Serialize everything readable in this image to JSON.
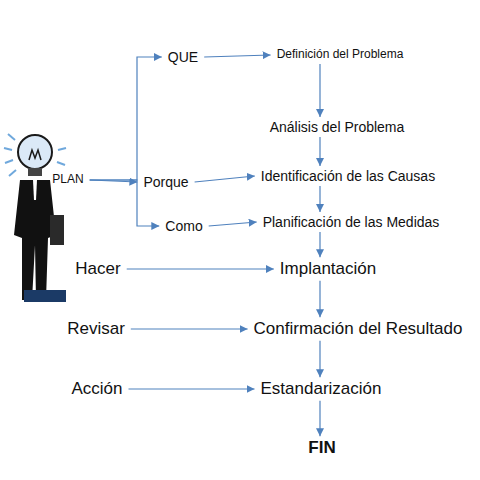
{
  "diagram": {
    "nodes": [
      {
        "text": [
          "QUE"
        ]
      },
      {
        "text": [
          "Definición del Problema"
        ]
      },
      {
        "text": [
          "Análisis del Problema"
        ]
      },
      {
        "text": [
          "PLAN"
        ]
      },
      {
        "text": [
          "Porque"
        ]
      },
      {
        "text": [
          "Identificación de las Causas"
        ]
      },
      {
        "text": [
          "Como"
        ]
      },
      {
        "text": [
          "Planificación de las Medidas"
        ]
      },
      {
        "text": [
          "Hacer"
        ]
      },
      {
        "text": [
          "Implantación"
        ]
      },
      {
        "text": [
          "Revisar"
        ]
      },
      {
        "text": [
          "Confirmación del Resultado"
        ]
      },
      {
        "text": [
          "Acción"
        ]
      },
      {
        "text": [
          "Estandarización"
        ]
      },
      {
        "text": [
          "FIN"
        ]
      }
    ],
    "edges": [
      {
        "from": 3,
        "to": 0,
        "arrow": "to"
      },
      {
        "from": 3,
        "to": 4,
        "arrow": "to"
      },
      {
        "from": 3,
        "to": 6,
        "arrow": "to"
      },
      {
        "from": 0,
        "to": 1,
        "arrow": "to"
      },
      {
        "from": 1,
        "to": 2,
        "arrow": "to"
      },
      {
        "from": 2,
        "to": 5,
        "arrow": "to"
      },
      {
        "from": 4,
        "to": 5,
        "arrow": "to"
      },
      {
        "from": 5,
        "to": 7,
        "arrow": "to"
      },
      {
        "from": 6,
        "to": 7,
        "arrow": "to"
      },
      {
        "from": 7,
        "to": 9,
        "arrow": "to"
      },
      {
        "from": 8,
        "to": 9,
        "arrow": "to"
      },
      {
        "from": 9,
        "to": 11,
        "arrow": "to"
      },
      {
        "from": 10,
        "to": 11,
        "arrow": "to"
      },
      {
        "from": 11,
        "to": 13,
        "arrow": "to"
      },
      {
        "from": 12,
        "to": 13,
        "arrow": "to"
      },
      {
        "from": 13,
        "to": 14,
        "arrow": "to"
      }
    ]
  }
}
